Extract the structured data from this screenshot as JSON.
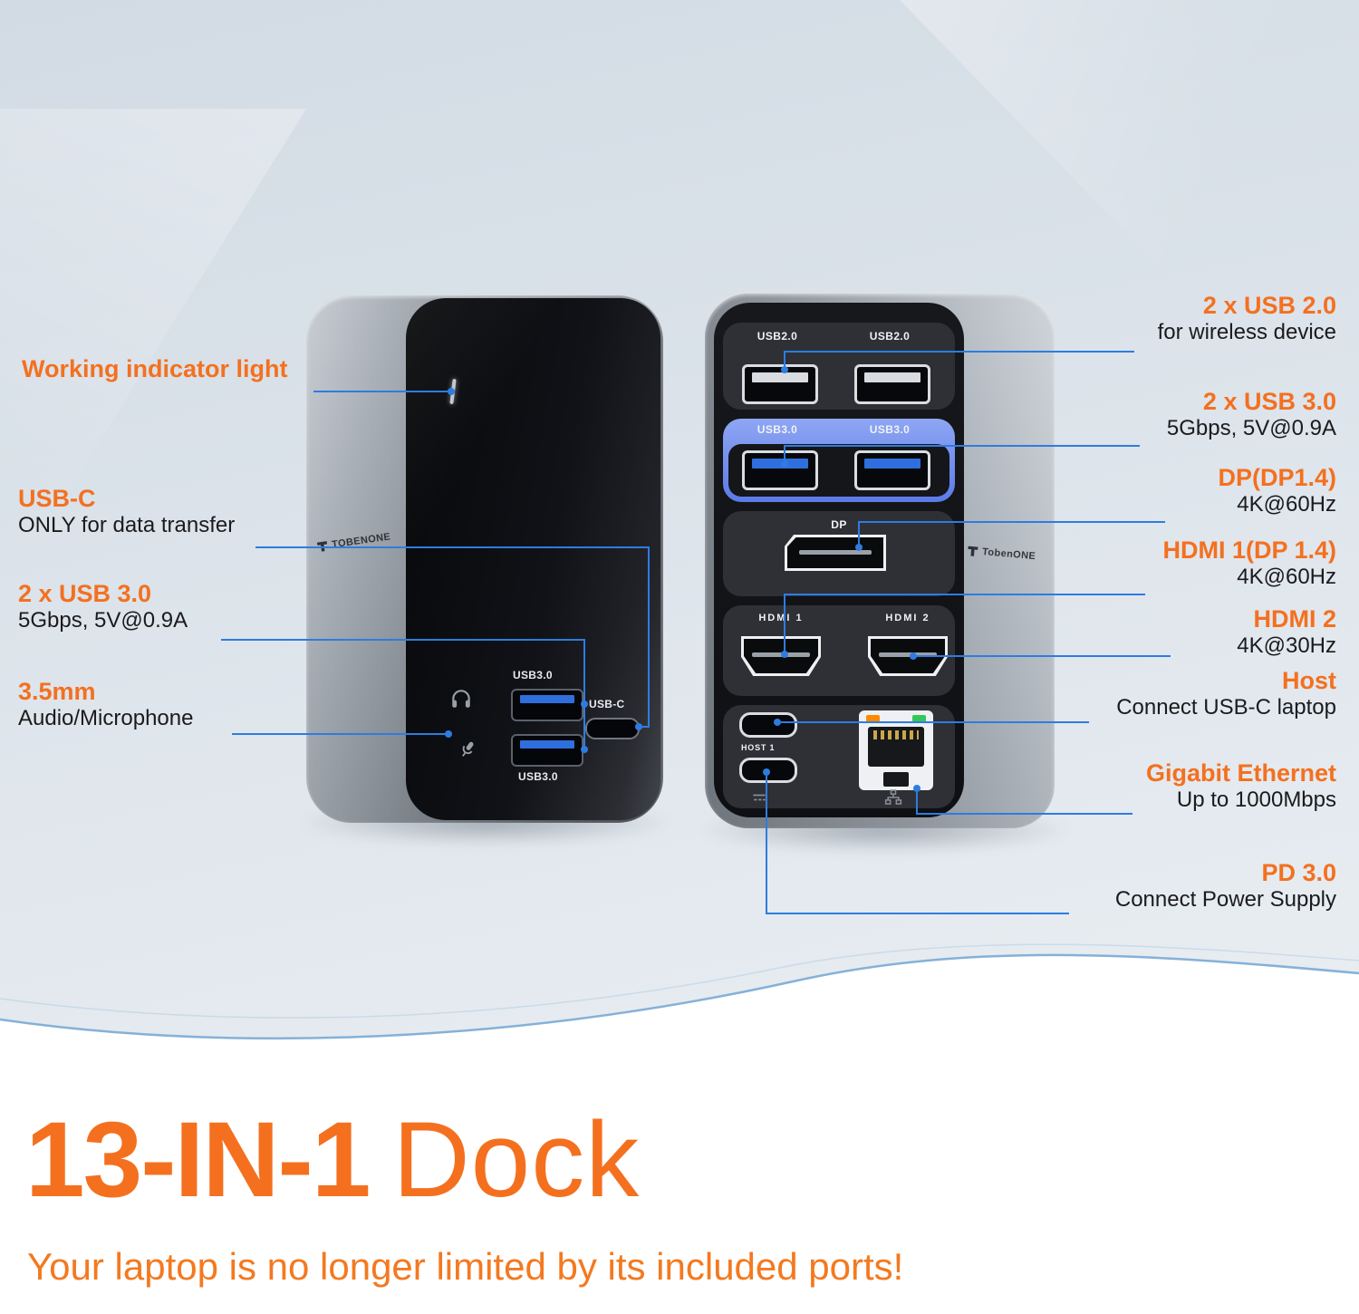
{
  "colors": {
    "accent_orange": "#f4701f",
    "callout_text": "#1b1b1d",
    "line_blue": "#2e7ce0",
    "usb3_tongue_blue": "#2f6fdd",
    "usb3_band_blue": "#6d8cee",
    "ethernet_led_orange": "#ff8a00",
    "ethernet_led_green": "#35c759"
  },
  "left_callouts": [
    {
      "title": "Working indicator light",
      "subtitle": ""
    },
    {
      "title": "USB-C",
      "subtitle": "ONLY for data transfer"
    },
    {
      "title": "2 x USB 3.0",
      "subtitle": "5Gbps, 5V@0.9A"
    },
    {
      "title": "3.5mm",
      "subtitle": "Audio/Microphone"
    }
  ],
  "right_callouts": [
    {
      "title": "2 x USB 2.0",
      "subtitle": "for wireless device"
    },
    {
      "title": "2 x USB 3.0",
      "subtitle": "5Gbps, 5V@0.9A"
    },
    {
      "title": "DP(DP1.4)",
      "subtitle": "4K@60Hz"
    },
    {
      "title": "HDMI 1(DP 1.4)",
      "subtitle": "4K@60Hz"
    },
    {
      "title": "HDMI 2",
      "subtitle": "4K@30Hz"
    },
    {
      "title": "Host",
      "subtitle": "Connect USB-C laptop"
    },
    {
      "title": "Gigabit Ethernet",
      "subtitle": "Up to 1000Mbps"
    },
    {
      "title": "PD 3.0",
      "subtitle": "Connect Power Supply"
    }
  ],
  "front_device": {
    "brand": "TOBENONE",
    "usb3_label_top": "USB3.0",
    "usb3_label_bottom": "USB3.0",
    "usbc_label": "USB-C"
  },
  "back_device": {
    "brand": "TobenONE",
    "usb2_label_left": "USB2.0",
    "usb2_label_right": "USB2.0",
    "usb3_label_left": "USB3.0",
    "usb3_label_right": "USB3.0",
    "dp_label": "DP",
    "hdmi1_label": "HDMI 1",
    "hdmi2_label": "HDMI 2",
    "host1_label": "HOST 1"
  },
  "footer": {
    "title_strong": "13-IN-1",
    "title_light": "Dock",
    "tagline": "Your laptop is no longer limited by its included ports!"
  },
  "icons": [
    "working-indicator-light",
    "headphones-icon",
    "microphone-icon",
    "dc-power-icon",
    "ethernet-icon",
    "brand-logo-icon"
  ]
}
